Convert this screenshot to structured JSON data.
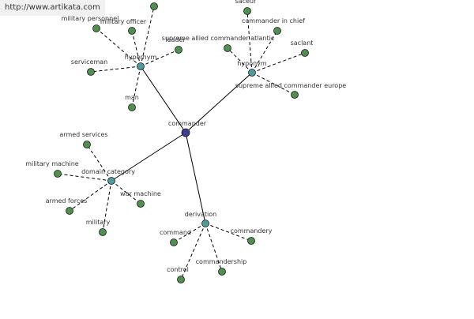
{
  "watermark": {
    "text": "http://www.artikata.com"
  },
  "colors": {
    "center": "#3f3f8f",
    "hub": "#4f9b9b",
    "leaf": "#4f8f4f",
    "edge": "#000000",
    "text": "#333333"
  },
  "graph": {
    "center": {
      "id": "commander",
      "label": "commander"
    },
    "hubs": [
      {
        "id": "hypernym",
        "label": "hypernym"
      },
      {
        "id": "hyponym",
        "label": "hyponym"
      },
      {
        "id": "domain_category",
        "label": "domain category"
      },
      {
        "id": "derivation",
        "label": "derivation"
      }
    ],
    "leaves": [
      {
        "id": "hyper_top",
        "hub": "hypernym",
        "label": ""
      },
      {
        "id": "military_personnel",
        "hub": "hypernym",
        "label": "military personnel"
      },
      {
        "id": "military_officer",
        "hub": "hypernym",
        "label": "military officer"
      },
      {
        "id": "leader",
        "hub": "hypernym",
        "label": "leader"
      },
      {
        "id": "serviceman",
        "hub": "hypernym",
        "label": "serviceman"
      },
      {
        "id": "man",
        "hub": "hypernym",
        "label": "man"
      },
      {
        "id": "saceur",
        "hub": "hyponym",
        "label": "saceur"
      },
      {
        "id": "commander_in_chief",
        "hub": "hyponym",
        "label": "commander in chief"
      },
      {
        "id": "saclant",
        "hub": "hyponym",
        "label": "saclant"
      },
      {
        "id": "supreme_allied_commander_atlantic",
        "hub": "hyponym",
        "label": "supreme allied commander atlantic"
      },
      {
        "id": "supreme_allied_commander_europe",
        "hub": "hyponym",
        "label": "supreme allied commander europe"
      },
      {
        "id": "armed_services",
        "hub": "domain_category",
        "label": "armed services"
      },
      {
        "id": "military_machine",
        "hub": "domain_category",
        "label": "military machine"
      },
      {
        "id": "armed_forces",
        "hub": "domain_category",
        "label": "armed forces"
      },
      {
        "id": "war_machine",
        "hub": "domain_category",
        "label": "war machine"
      },
      {
        "id": "military",
        "hub": "domain_category",
        "label": "military"
      },
      {
        "id": "command",
        "hub": "derivation",
        "label": "command"
      },
      {
        "id": "commandery",
        "hub": "derivation",
        "label": "commandery"
      },
      {
        "id": "commandership",
        "hub": "derivation",
        "label": "commandership"
      },
      {
        "id": "control",
        "hub": "derivation",
        "label": "control"
      }
    ]
  }
}
